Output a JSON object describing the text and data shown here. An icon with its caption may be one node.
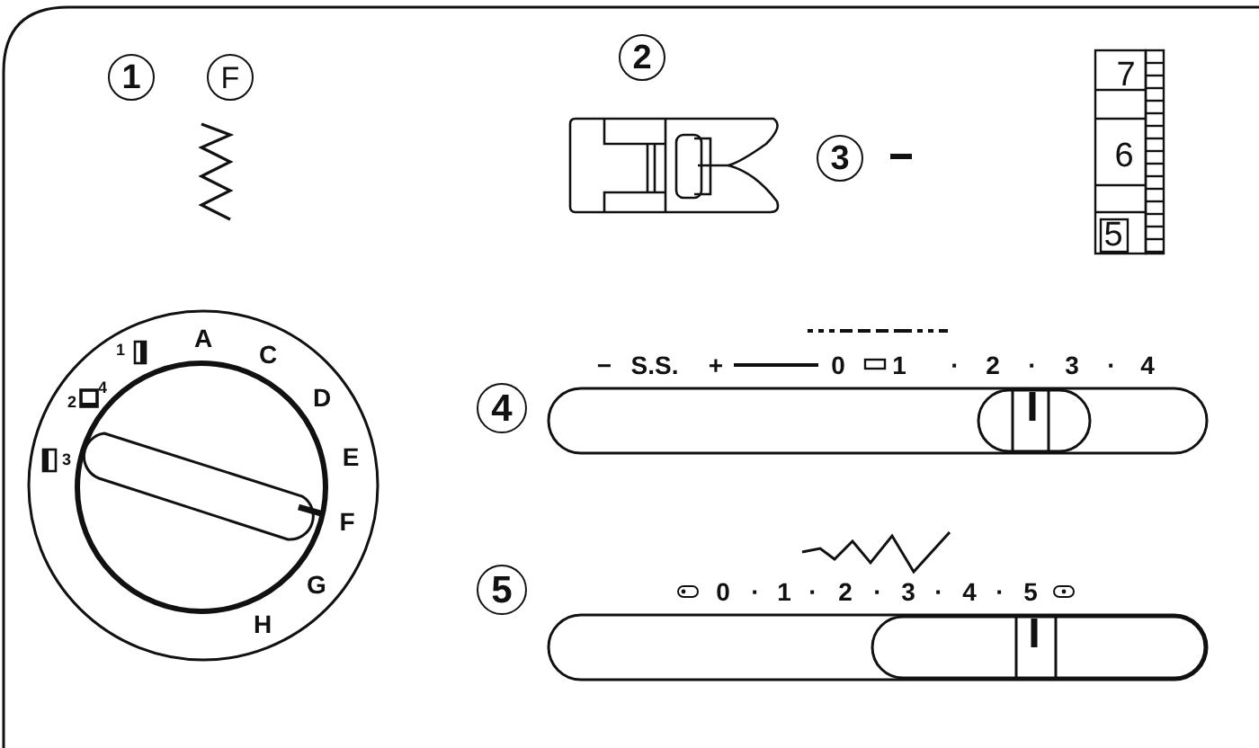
{
  "diagram": {
    "nodes": [
      {
        "text": [
          "1"
        ]
      },
      {
        "text": [
          "F"
        ]
      },
      {
        "text": [
          "2"
        ]
      },
      {
        "text": [
          "3"
        ]
      },
      {
        "text": [
          "4"
        ]
      },
      {
        "text": [
          "5"
        ]
      }
    ],
    "labels": [
      "7",
      "6",
      "5",
      "1",
      "A",
      "C",
      "2",
      "4",
      "D",
      "3",
      "E",
      "F",
      "G",
      "H",
      "−",
      "S.S.",
      "+",
      "0",
      "1",
      "·",
      "2",
      "·",
      "3",
      "·",
      "4",
      "0",
      "·",
      "1",
      "·",
      "2",
      "·",
      "3",
      "·",
      "4",
      "·",
      "5"
    ]
  }
}
